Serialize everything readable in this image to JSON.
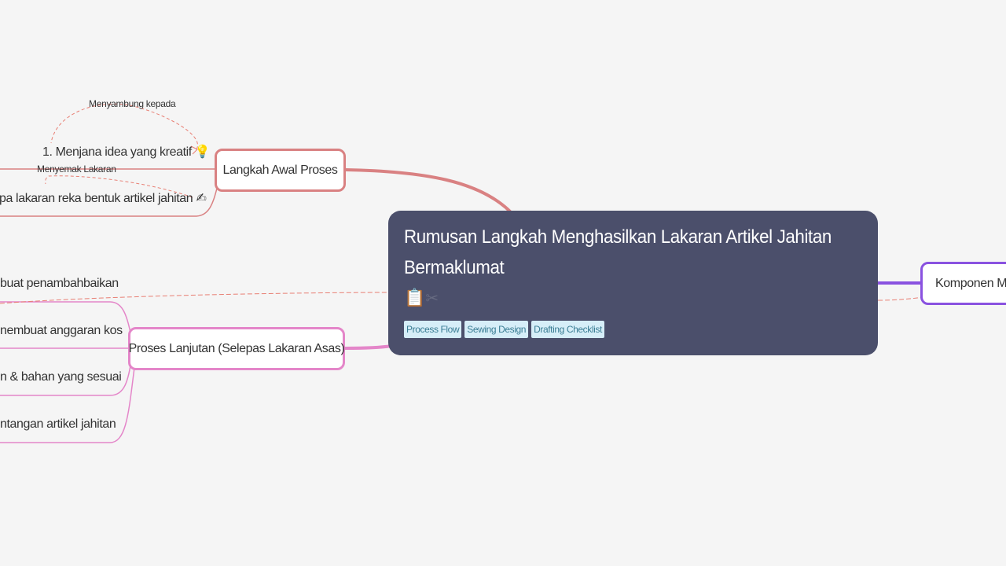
{
  "central": {
    "title": "Rumusan Langkah Menghasilkan Lakaran Artikel Jahitan Bermaklumat",
    "icons": [
      "clipboard-icon",
      "scissors-icon"
    ],
    "clipboard": "📋",
    "scissors": "✂",
    "tags": [
      "Process Flow",
      "Sewing Design",
      "Drafting Checklist"
    ]
  },
  "topics": {
    "awal": "Langkah Awal Proses",
    "lanjut": "Proses Lanjutan (Selepas Lakaran Asas)",
    "komponen": "Komponen Mak"
  },
  "awal_items": [
    "1. Menjana idea yang kreatif 💡",
    "pa lakaran reka bentuk artikel jahitan ✍"
  ],
  "lanjut_items": [
    "buat penambahbaikan",
    "nembuat anggaran kos",
    "n & bahan yang sesuai",
    "ntangan artikel jahitan"
  ],
  "relationships": [
    "Menyambung kepada",
    "Menyemak Lakaran"
  ],
  "colors": {
    "background": "#f5f5f5",
    "central": "#4b4f6b",
    "awal_branch": "#d98182",
    "lanjut_branch": "#e486c9",
    "komponen_branch": "#8a52e0",
    "relationship_line": "#e87f74",
    "tag_bg": "#d6eef8",
    "tag_text": "#3a7d94"
  }
}
